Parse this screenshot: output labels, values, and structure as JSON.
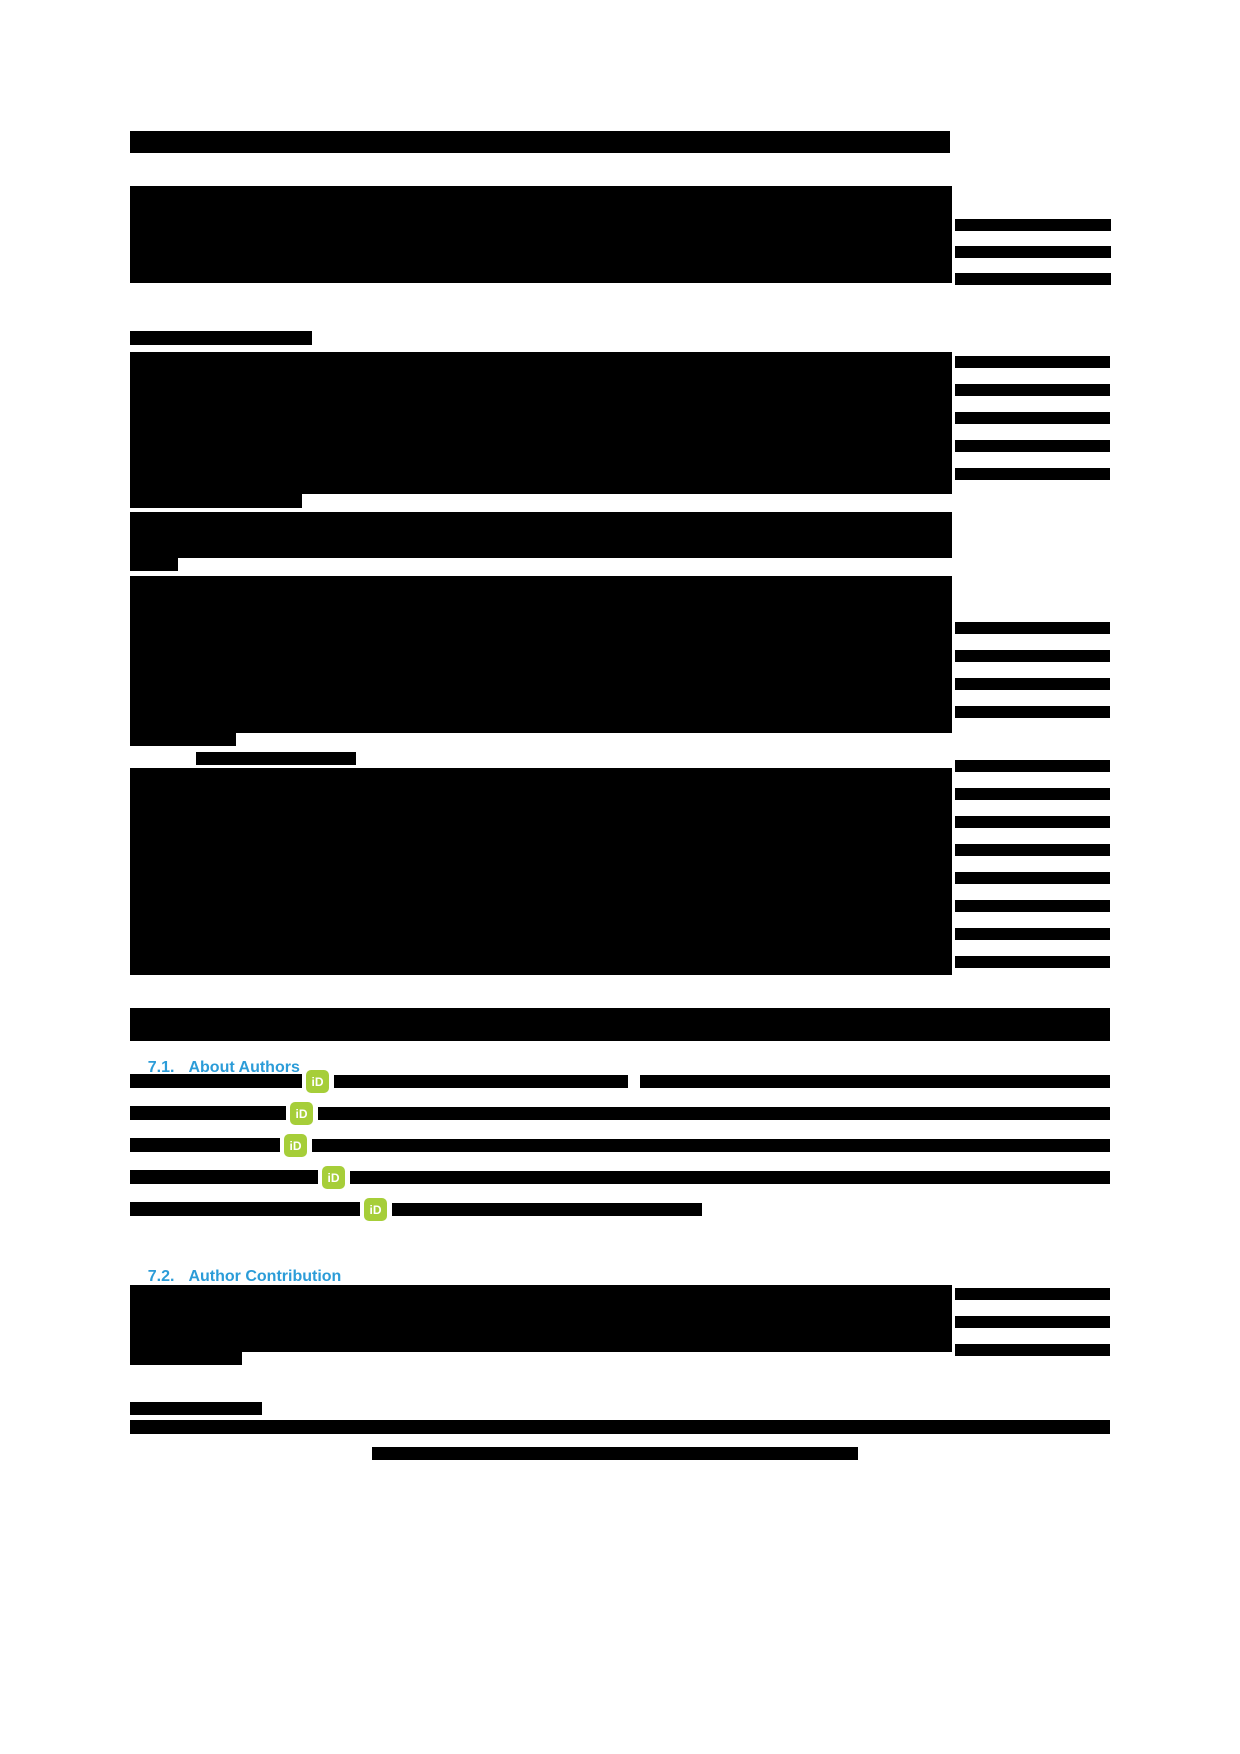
{
  "document": {
    "type": "journal-article-page-with-redacted-text",
    "sections": {
      "about_authors": {
        "number": "7.1.",
        "label": "About Authors"
      },
      "author_contribution": {
        "number": "7.2.",
        "label": "Author Contribution"
      }
    },
    "orcid": {
      "icon_label": "iD"
    },
    "author_count": 5
  },
  "colors": {
    "page_background": "#FFFFFF",
    "redaction": "#000000",
    "heading_blue": "#2B9CD8",
    "orcid_green": "#A6CE39",
    "orcid_text": "#FFFFFF"
  }
}
